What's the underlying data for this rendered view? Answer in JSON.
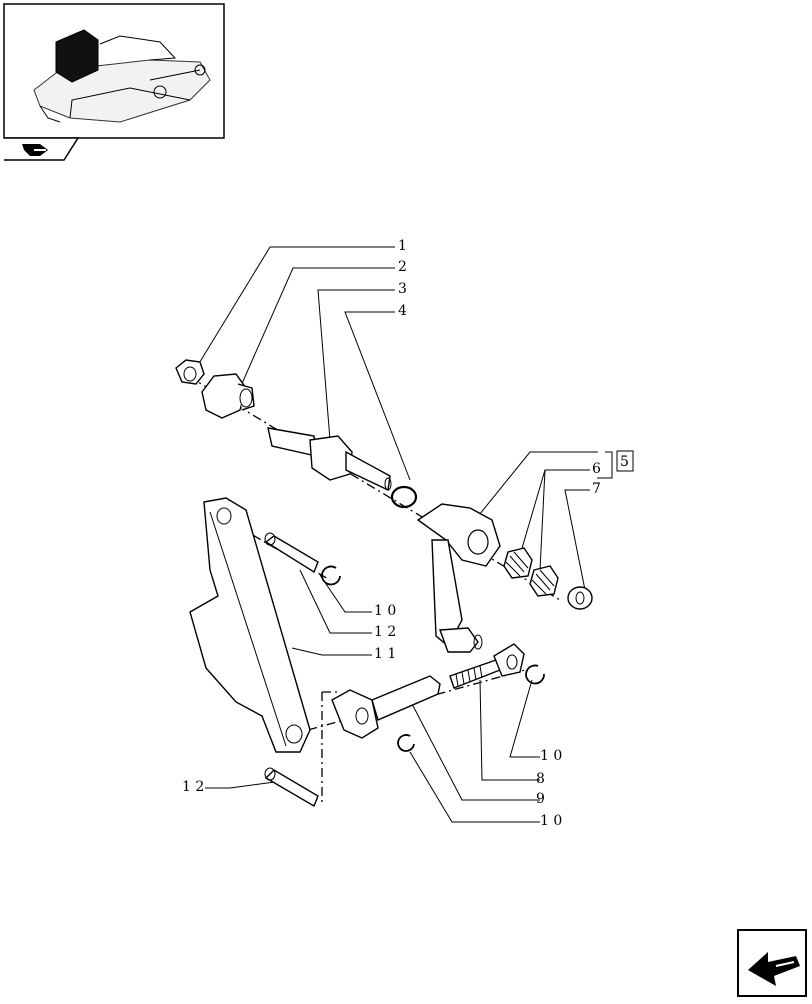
{
  "callouts": [
    {
      "id": "c1",
      "label": "1"
    },
    {
      "id": "c2",
      "label": "2"
    },
    {
      "id": "c3",
      "label": "3"
    },
    {
      "id": "c4",
      "label": "4"
    },
    {
      "id": "c5",
      "label": "5"
    },
    {
      "id": "c6",
      "label": "6"
    },
    {
      "id": "c7",
      "label": "7"
    },
    {
      "id": "c8",
      "label": "8"
    },
    {
      "id": "c9",
      "label": "9"
    },
    {
      "id": "c10a",
      "label": "1 0"
    },
    {
      "id": "c10b",
      "label": "1 0"
    },
    {
      "id": "c10c",
      "label": "1 0"
    },
    {
      "id": "c11",
      "label": "1 1"
    },
    {
      "id": "c12a",
      "label": "1 2"
    },
    {
      "id": "c12b",
      "label": "1 2"
    }
  ]
}
